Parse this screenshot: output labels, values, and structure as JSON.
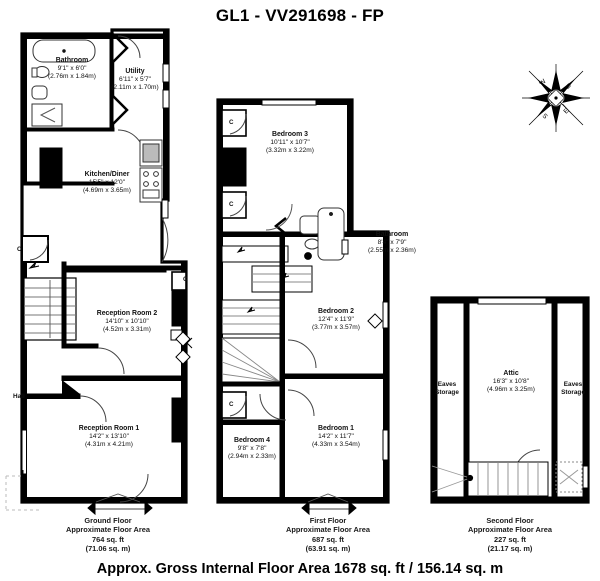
{
  "title": "GL1 - VV291698 - FP",
  "total_area": "Approx. Gross Internal Floor Area 1678 sq. ft / 156.14 sq. m",
  "compass": {
    "n": "N",
    "e": "E",
    "s": "S",
    "w": "W"
  },
  "colors": {
    "wall": "#000000",
    "fixture": "#333333",
    "text": "#111111",
    "background": "#ffffff"
  },
  "floors": [
    {
      "id": "ground",
      "caption": {
        "name": "Ground Floor",
        "line2": "Approximate Floor Area",
        "sqft": "764 sq. ft",
        "sqm": "(71.06 sq. m)"
      },
      "rooms": [
        {
          "name": "Bathroom",
          "imperial": "9'1\" x 6'0\"",
          "metric": "(2.76m x 1.84m)"
        },
        {
          "name": "Utility",
          "imperial": "6'11\" x 5'7\"",
          "metric": "(2.11m x 1.70m)"
        },
        {
          "name": "Kitchen/Diner",
          "imperial": "15'5\" x 12'0\"",
          "metric": "(4.69m x 3.65m)"
        },
        {
          "name": "Reception Room 2",
          "imperial": "14'10\" x 10'10\"",
          "metric": "(4.52m x 3.31m)"
        },
        {
          "name": "Reception Room 1",
          "imperial": "14'2\" x 13'10\"",
          "metric": "(4.31m x 4.21m)"
        }
      ],
      "hall_label": "Hall",
      "cupboards": [
        "C",
        "C"
      ]
    },
    {
      "id": "first",
      "caption": {
        "name": "First Floor",
        "line2": "Approximate Floor Area",
        "sqft": "687 sq. ft",
        "sqm": "(63.91 sq. m)"
      },
      "rooms": [
        {
          "name": "Bedroom 3",
          "imperial": "10'11\" x 10'7\"",
          "metric": "(3.32m x 3.22m)"
        },
        {
          "name": "Bathroom",
          "imperial": "8'4\" x 7'9\"",
          "metric": "(2.55m x 2.36m)"
        },
        {
          "name": "Bedroom 2",
          "imperial": "12'4\" x 11'9\"",
          "metric": "(3.77m x 3.57m)"
        },
        {
          "name": "Bedroom 1",
          "imperial": "14'2\" x 11'7\"",
          "metric": "(4.33m x 3.54m)"
        },
        {
          "name": "Bedroom 4",
          "imperial": "9'8\" x 7'8\"",
          "metric": "(2.94m x 2.33m)"
        }
      ],
      "cupboards": [
        "C",
        "C",
        "C"
      ]
    },
    {
      "id": "second",
      "caption": {
        "name": "Second Floor",
        "line2": "Approximate Floor Area",
        "sqft": "227 sq. ft",
        "sqm": "(21.17 sq. m)"
      },
      "rooms": [
        {
          "name": "Attic",
          "imperial": "16'3\" x 10'8\"",
          "metric": "(4.96m x 3.25m)"
        }
      ],
      "eaves": [
        "Eaves Storage",
        "Eaves Storage"
      ]
    }
  ]
}
